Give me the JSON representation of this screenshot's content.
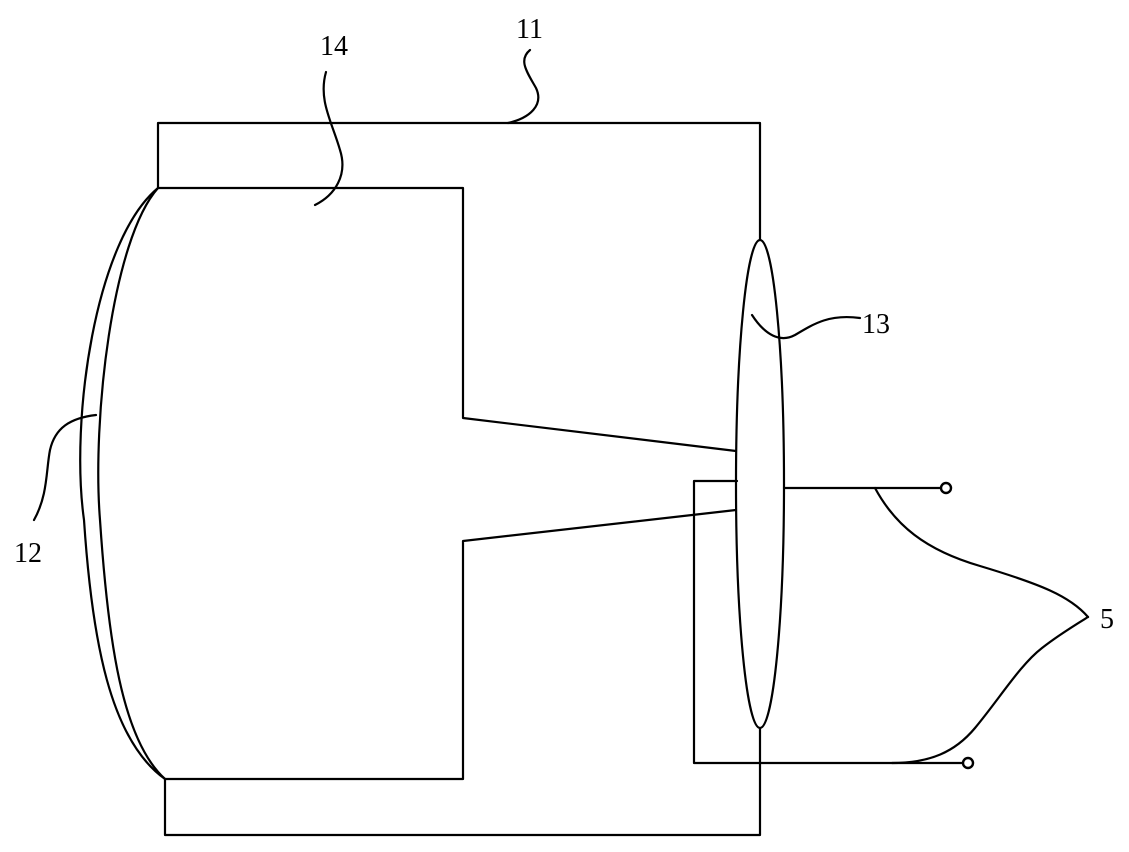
{
  "labels": {
    "housing": "11",
    "curved_element": "12",
    "ellipse_element": "13",
    "inner_body": "14",
    "terminals": "5"
  }
}
